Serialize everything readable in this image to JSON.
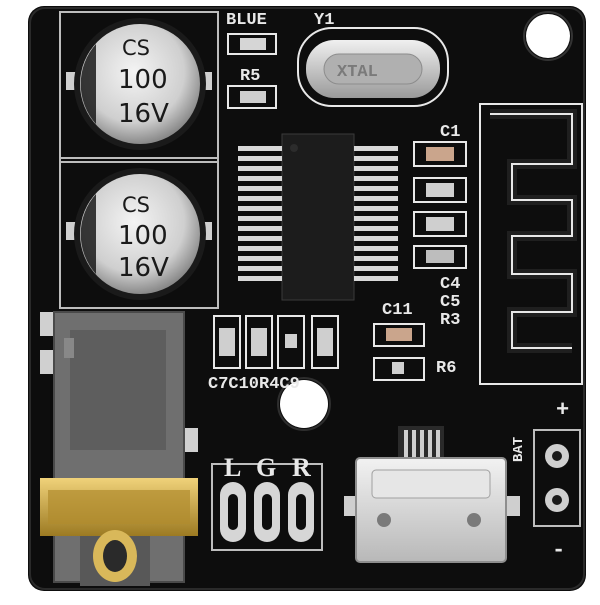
{
  "board": {
    "colors": {
      "pcb": "#0d0d0d",
      "silk": "#e8e8e8",
      "solder": "#c9c9c9",
      "gold": "#c9a43a",
      "jack": "#6f6f6f"
    },
    "capacitors": [
      {
        "brand": "CS",
        "value": "100",
        "voltage": "16V"
      },
      {
        "brand": "CS",
        "value": "100",
        "voltage": "16V"
      }
    ],
    "crystal": {
      "marking": "XTAL"
    },
    "labels": {
      "blue": "BLUE",
      "y1": "Y1",
      "r5": "R5",
      "c1": "C1",
      "c4": "C4",
      "c5": "C5",
      "r3": "R3",
      "c11": "C11",
      "r6": "R6",
      "c7c10r4c9": "C7C10R4C9",
      "bat": "BAT",
      "plus": "+",
      "minus": "-",
      "l": "L",
      "g": "G",
      "r": "R"
    }
  }
}
